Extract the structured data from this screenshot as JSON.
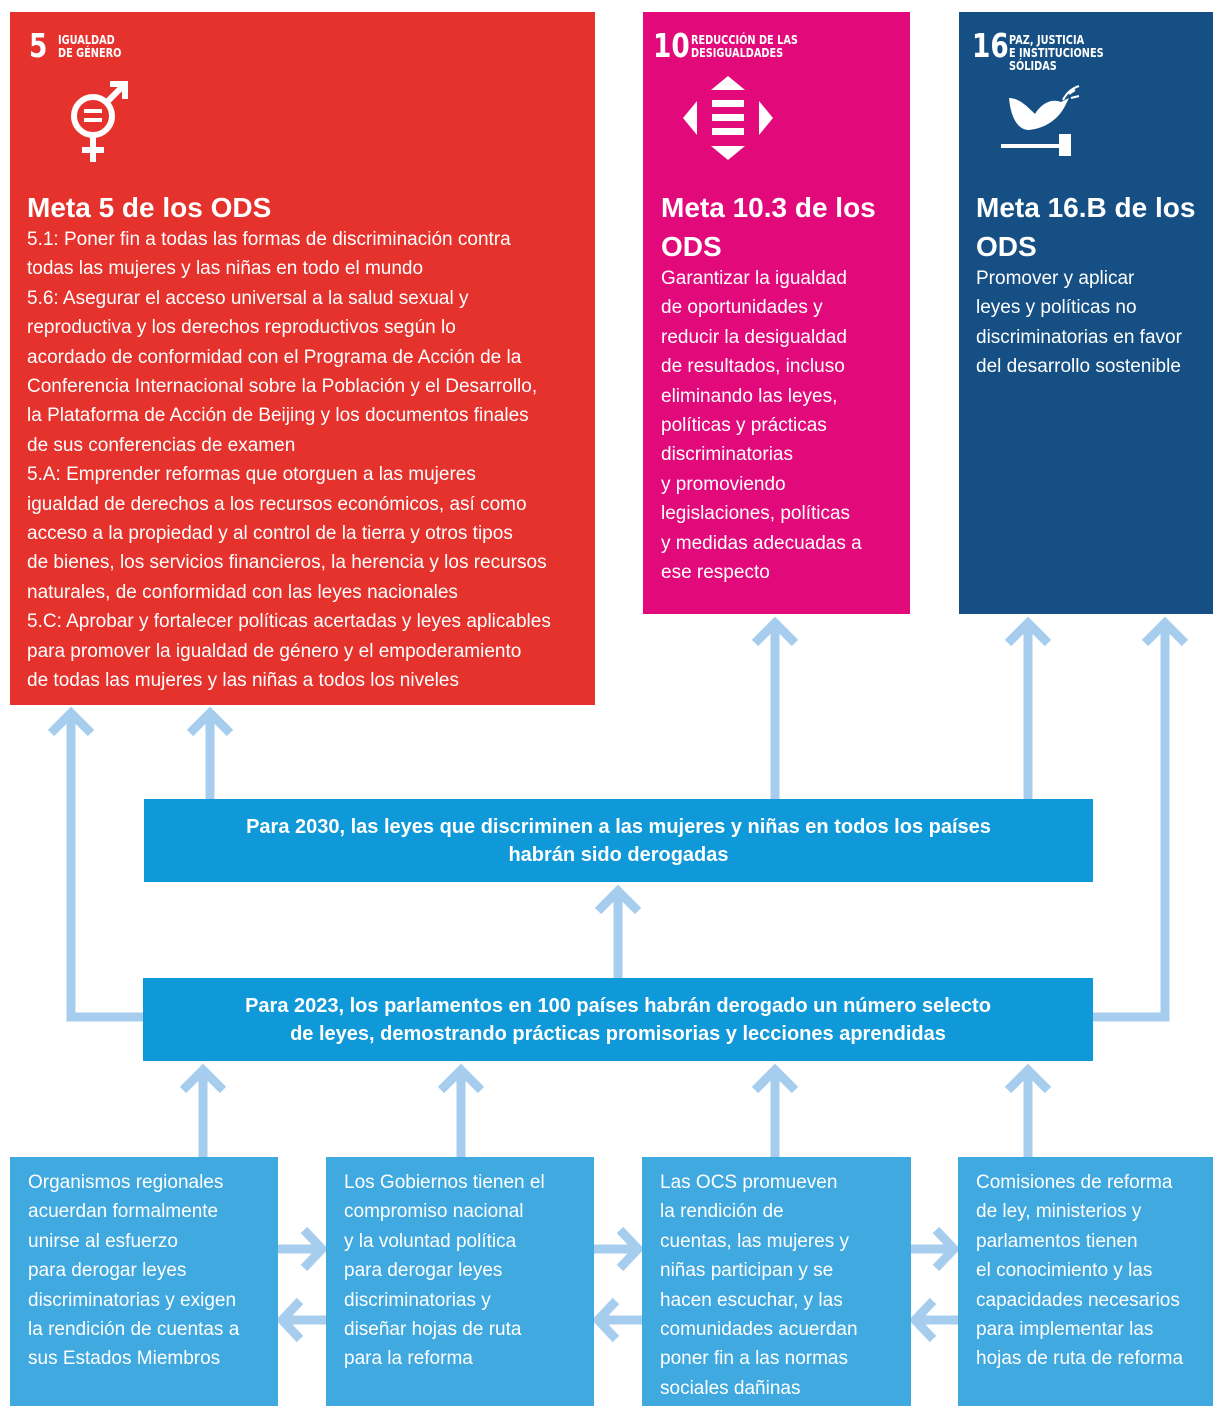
{
  "sdg5": {
    "number": "5",
    "label": "IGUALDAD\nDE GÉNERO",
    "title": "Meta 5 de los ODS",
    "body": "5.1: Poner fin a todas las formas de discriminación contra\ntodas las mujeres y las niñas en todo el mundo\n5.6: Asegurar el acceso universal a la salud sexual y\nreproductiva y los derechos reproductivos según lo\nacordado de conformidad con el Programa de Acción de la\nConferencia Internacional sobre la Población y el Desarrollo,\nla Plataforma de Acción de Beijing y los documentos finales\nde sus conferencias de examen\n5.A: Emprender reformas que otorguen a las mujeres\nigualdad de derechos a los recursos económicos, así como\nacceso a la propiedad y al control de la tierra y otros tipos\nde bienes, los servicios financieros, la herencia y los recursos\nnaturales, de conformidad con las leyes nacionales\n5.C: Aprobar y fortalecer políticas acertadas y leyes aplicables\npara promover la igualdad de género y el empoderamiento\nde todas las mujeres y las niñas a todos los niveles",
    "color": "#e5322d",
    "icon": "gender-equality-icon"
  },
  "sdg10": {
    "number": "10",
    "label": "REDUCCIÓN DE LAS\nDESIGUALDADES",
    "title": "Meta 10.3 de los\nODS",
    "body": "Garantizar la igualdad\nde oportunidades y\nreducir la desigualdad\nde resultados, incluso\neliminando las leyes,\npolíticas y prácticas\ndiscriminatorias\ny promoviendo\nlegislaciones, políticas\ny medidas adecuadas a\nese respecto",
    "color": "#e20a7a",
    "icon": "reduced-inequalities-icon"
  },
  "sdg16": {
    "number": "16",
    "label": "PAZ, JUSTICIA\nE INSTITUCIONES\nSÓLIDAS",
    "title": "Meta 16.B de los\nODS",
    "body": "Promover y aplicar\nleyes y políticas no\ndiscriminatorias en favor\ndel desarrollo sostenible",
    "color": "#154f84",
    "icon": "dove-gavel-icon"
  },
  "goal_2030": "Para 2030, las leyes que discriminen a las mujeres y niñas en todos los países\nhabrán sido derogadas",
  "goal_2023": "Para 2023, los parlamentos en 100 países habrán derogado un número selecto\nde leyes, demostrando prácticas promisorias y lecciones aprendidas",
  "bottom": [
    "Organismos regionales\nacuerdan formalmente\nunirse al esfuerzo\npara derogar leyes\ndiscriminatorias y exigen\nla rendición de cuentas a\nsus Estados Miembros",
    "Los Gobiernos tienen el\ncompromiso nacional\ny la voluntad política\npara derogar leyes\ndiscriminatorias y\ndiseñar hojas de ruta\npara la reforma",
    "Las OCS promueven\nla rendición de\ncuentas, las mujeres y\nniñas participan y se\nhacen escuchar, y las\ncomunidades acuerdan\nponer fin a las normas\nsociales dañinas",
    "Comisiones de reforma\nde ley, ministerios y\nparlamentos tienen\nel conocimiento y las\ncapacidades necesarios\npara implementar las\nhojas de ruta de reforma"
  ],
  "colors": {
    "goal_box": "#1099d9",
    "bottom_box": "#40a9e0",
    "arrow": "#a7cdee"
  }
}
